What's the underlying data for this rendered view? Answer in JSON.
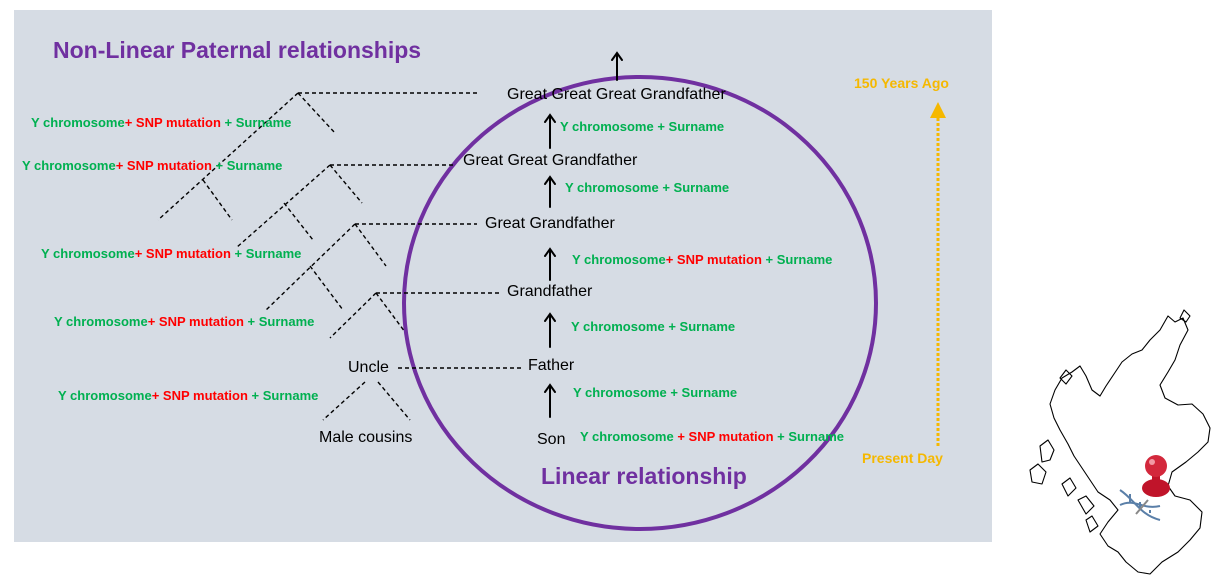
{
  "titles": {
    "nonlinear": "Non-Linear Paternal relationships",
    "linear": "Linear relationship"
  },
  "timeline": {
    "top": "150 Years Ago",
    "bottom": "Present Day"
  },
  "generations": [
    "Great Great Great Grandfather",
    "Great Great Grandfather",
    "Great Grandfather",
    "Grandfather",
    "Father",
    "Son"
  ],
  "relatives": {
    "uncle": "Uncle",
    "cousins": "Male cousins"
  },
  "label_parts": {
    "y": "Y chromosome",
    "plus": "+",
    "snp": "SNP mutation",
    "surname": "Surname"
  },
  "colors": {
    "green": "#00b050",
    "red": "#ff0000",
    "purple": "#7030a0",
    "gold": "#f5b800",
    "panel": "#d6dce4"
  },
  "icons": {
    "map": "scotland-map-icon",
    "pin": "push-pin-icon",
    "dna": "dna-helix-icon"
  }
}
